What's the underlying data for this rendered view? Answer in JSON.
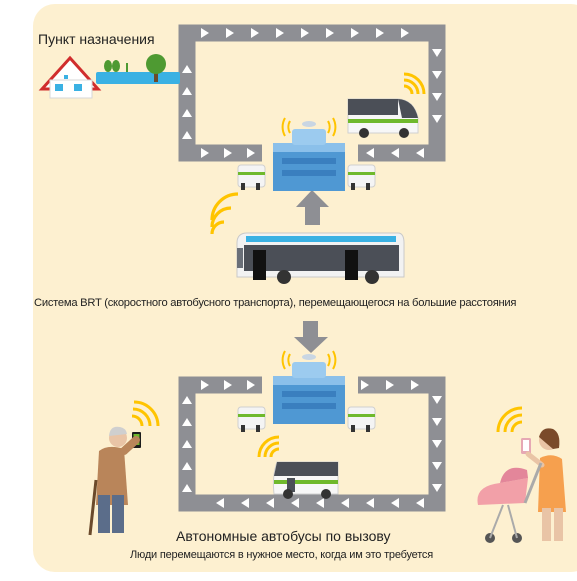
{
  "labels": {
    "destination": "Пункт назначения",
    "brt_system": "Система BRT (скоростного автобусного транспорта), перемещающегося на большие расстояния",
    "on_demand_buses": "Автономные автобусы по вызову",
    "people_move": "Люди перемещаются в нужное место, когда им это требуется"
  },
  "colors": {
    "background": "#fdf0d0",
    "route_road": "#8e8f94",
    "route_arrows": "#ffffff",
    "station": "#4f98d3",
    "bus_accent": "#6fb92c",
    "signal_waves": "#ffc400",
    "brt_bus_accent": "#3ab1e3",
    "brt_bus_body": "#4b4f57"
  },
  "icons": [
    "house-icon",
    "tree-icon",
    "signal-waves-icon",
    "smartphone-icon",
    "bus-icon",
    "station-icon",
    "stroller-icon"
  ]
}
